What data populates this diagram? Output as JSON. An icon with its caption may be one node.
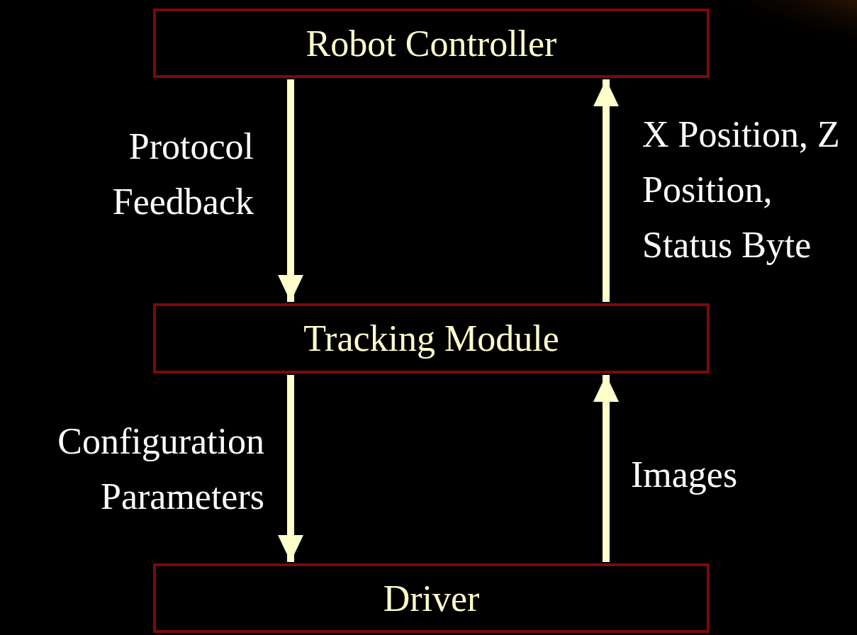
{
  "diagram": {
    "nodes": [
      {
        "text": [
          "Robot Controller"
        ]
      },
      {
        "text": [
          "Tracking Module"
        ]
      },
      {
        "text": [
          "Driver"
        ]
      }
    ],
    "edges": [
      {
        "from": 0,
        "to": 1,
        "arrow": "to",
        "label": "Protocol Feedback"
      },
      {
        "from": 1,
        "to": 0,
        "arrow": "to",
        "label": "X Position, Z Position, Status Byte"
      },
      {
        "from": 1,
        "to": 2,
        "arrow": "to",
        "label": "Configuration Parameters"
      },
      {
        "from": 2,
        "to": 1,
        "arrow": "to",
        "label": "Images"
      }
    ]
  }
}
